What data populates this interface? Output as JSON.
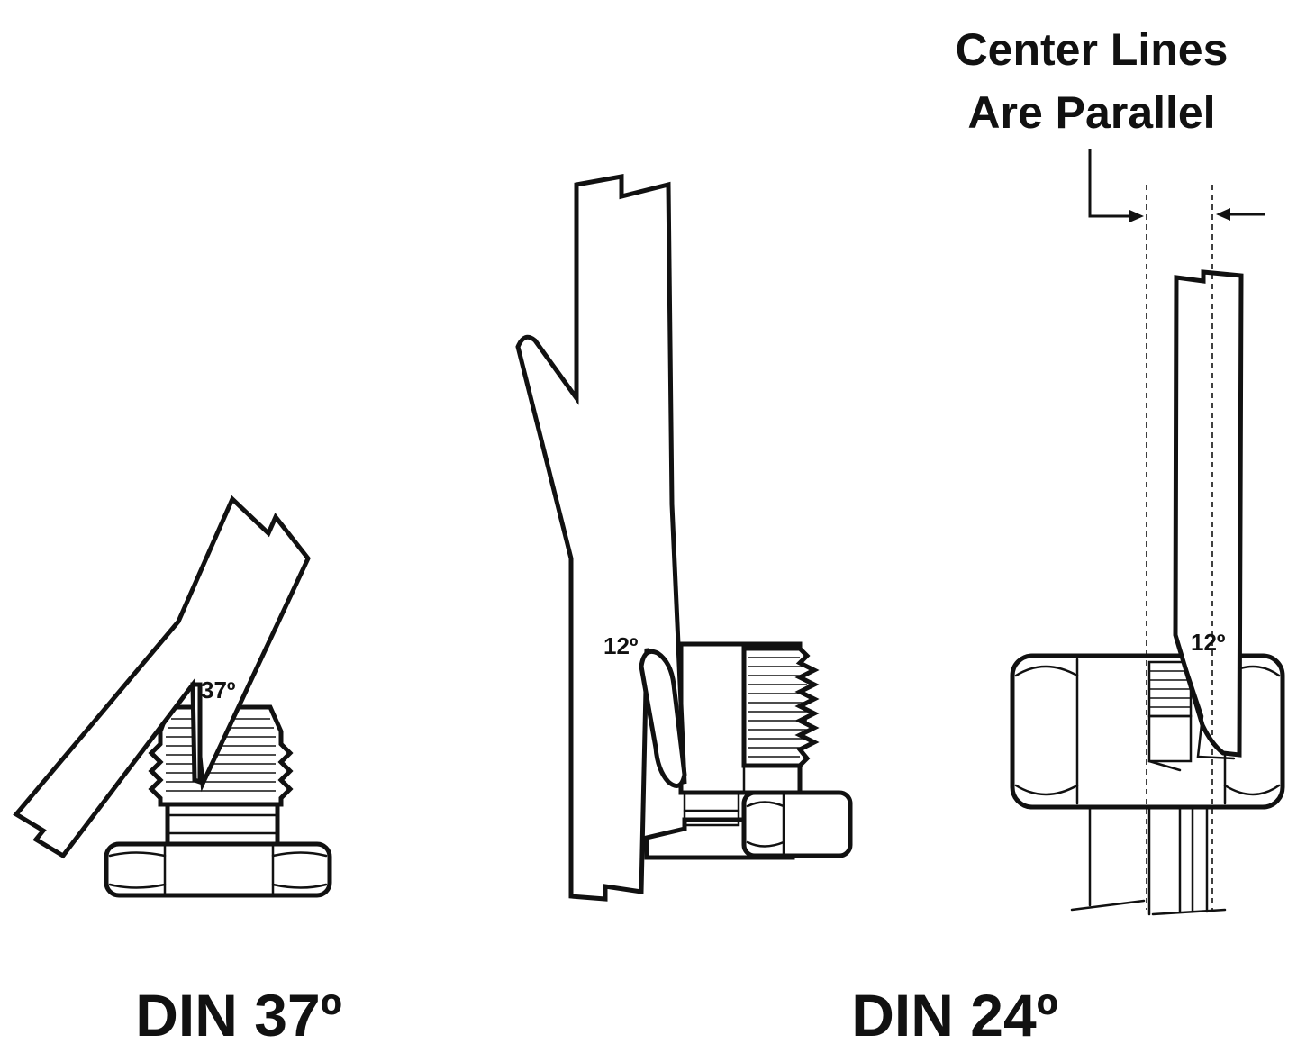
{
  "diagram": {
    "left": {
      "caption": "DIN 37º",
      "angle_label": "37º"
    },
    "middle": {
      "angle_label": "12º"
    },
    "right": {
      "angle_label": "12º",
      "note_line1": "Center Lines",
      "note_line2": "Are Parallel"
    },
    "caption_right": "DIN 24º"
  }
}
